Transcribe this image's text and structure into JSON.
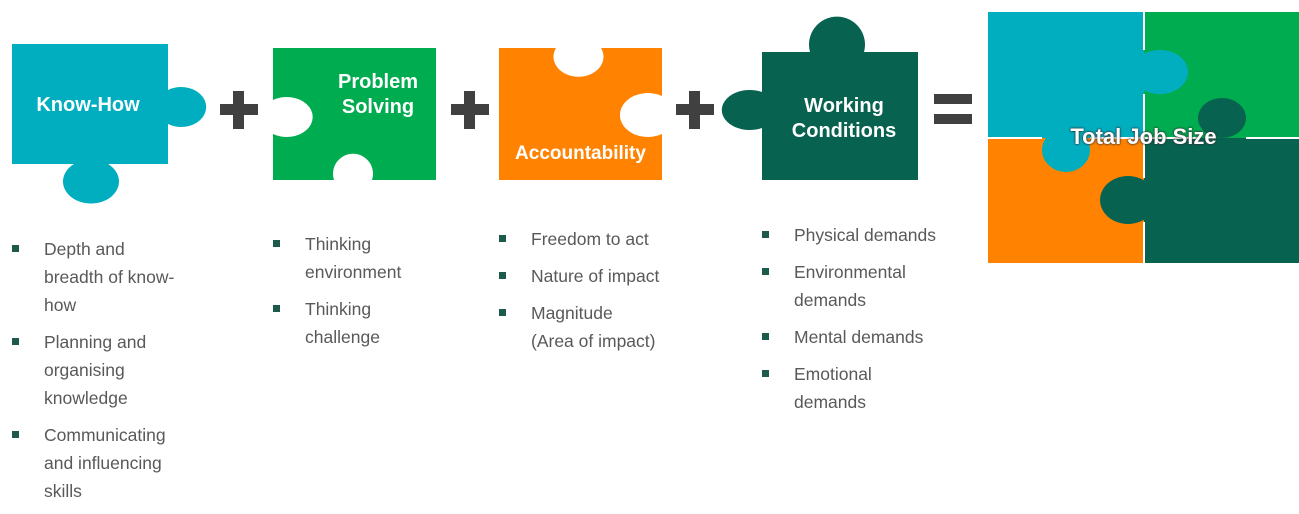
{
  "colors": {
    "teal": "#00aec0",
    "green": "#00ac50",
    "orange": "#ff8300",
    "dark_green": "#07634f",
    "operator": "#404040",
    "bullet": "#1c5a4c",
    "text": "#595959"
  },
  "pieces": [
    {
      "label": "Know-How",
      "color": "#00aec0",
      "icon": "puzzle-piece-icon"
    },
    {
      "label": "Problem\nSolving",
      "color": "#00ac50",
      "icon": "puzzle-piece-icon"
    },
    {
      "label": "Accountability",
      "color": "#ff8300",
      "icon": "puzzle-piece-icon"
    },
    {
      "label": "Working\nConditions",
      "color": "#07634f",
      "icon": "puzzle-piece-icon"
    }
  ],
  "operators": [
    "+",
    "+",
    "+",
    "="
  ],
  "result": {
    "label": "Total Job Size",
    "icon": "completed-puzzle-icon"
  },
  "columns": [
    {
      "items": [
        "Depth and\nbreadth of know-\nhow",
        "Planning and\norganising\nknowledge",
        "Communicating\nand influencing\nskills"
      ]
    },
    {
      "items": [
        "Thinking\nenvironment",
        "Thinking\nchallenge"
      ]
    },
    {
      "items": [
        "Freedom to act",
        "Nature of impact",
        "Magnitude\n(Area of impact)"
      ]
    },
    {
      "items": [
        "Physical demands",
        "Environmental\ndemands",
        "Mental demands",
        "Emotional\ndemands"
      ]
    }
  ]
}
